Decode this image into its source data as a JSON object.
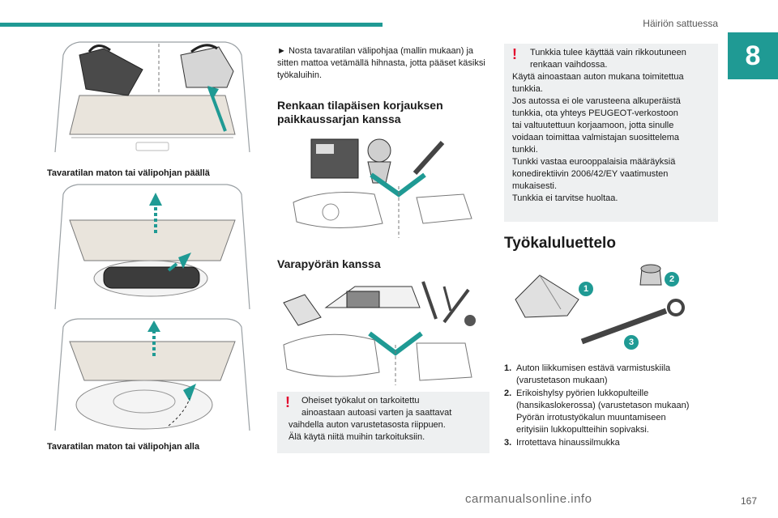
{
  "header": {
    "title": "Häiriön sattuessa",
    "chapter": "8"
  },
  "left": {
    "caption_top": "Tavaratilan maton tai välipohjan päällä",
    "caption_bottom": "Tavaratilan maton tai välipohjan alla"
  },
  "middle": {
    "intro_arrow": "►",
    "intro": "Nosta tavaratilan välipohjaa (mallin mukaan) ja sitten mattoa vetämällä hihnasta, jotta pääset käsiksi työkaluihin.",
    "heading_repair": "Renkaan tilapäisen korjauksen paikkaussarjan kanssa",
    "heading_spare": "Varapyörän kanssa",
    "warning_lines": [
      "Oheiset työkalut on tarkoitettu",
      "ainoastaan autoasi varten ja saattavat",
      "vaihdella auton varustetasosta riippuen.",
      "Älä käytä niitä muihin tarkoituksiin."
    ]
  },
  "right": {
    "warning_lines": [
      "Tunkkia tulee käyttää vain rikkoutuneen",
      "renkaan vaihdossa.",
      "Käytä ainoastaan auton mukana toimitettua",
      "tunkkia.",
      "Jos autossa ei ole varusteena alkuperäistä",
      "tunkkia, ota yhteys PEUGEOT-verkostoon",
      "tai valtuutettuun korjaamoon, jotta sinulle",
      "voidaan toimittaa valmistajan suosittelema",
      "tunkki.",
      "Tunkki vastaa eurooppalaisia määräyksiä",
      "konedirektiivin 2006/42/EY vaatimusten",
      "mukaisesti.",
      "Tunkkia ei tarvitse huoltaa."
    ],
    "heading_tools": "Työkaluluettelo",
    "callouts": [
      "1",
      "2",
      "3"
    ],
    "list": [
      {
        "num": "1.",
        "lines": [
          "Auton liikkumisen estävä varmistuskiila",
          "(varustetason mukaan)"
        ]
      },
      {
        "num": "2.",
        "lines": [
          "Erikoishylsy pyörien lukkopulteille",
          "(hansikaslokerossa) (varustetason mukaan)",
          "Pyörän irrotustyökalun muuntamiseen",
          "erityisiin lukkopultteihin sopivaksi."
        ]
      },
      {
        "num": "3.",
        "lines": [
          "Irrotettava hinaussilmukka"
        ]
      }
    ]
  },
  "footer": {
    "page_number": "167",
    "watermark": "carmanualsonline.info"
  },
  "colors": {
    "accent": "#1f9a94",
    "warning": "#e2002c",
    "box_bg": "#eef0f1"
  }
}
